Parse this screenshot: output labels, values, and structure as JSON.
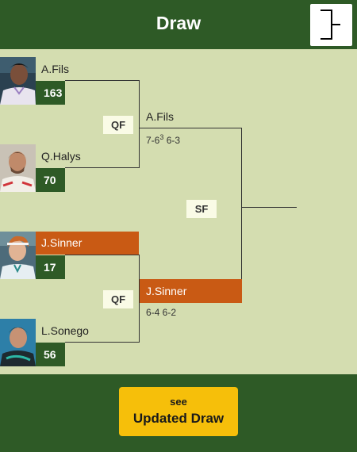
{
  "header": {
    "title": "Draw",
    "bracket_icon": "bracket-icon"
  },
  "players": [
    {
      "name": "A.Fils",
      "rank": "163",
      "highlighted": false
    },
    {
      "name": "Q.Halys",
      "rank": "70",
      "highlighted": false
    },
    {
      "name": "J.Sinner",
      "rank": "17",
      "highlighted": true
    },
    {
      "name": "L.Sonego",
      "rank": "56",
      "highlighted": false
    }
  ],
  "quarterfinals": [
    {
      "round": "QF",
      "winner": "A.Fils",
      "score_main": "7-6",
      "score_sup": "3",
      "score_rest": " 6-3",
      "highlighted": false
    },
    {
      "round": "QF",
      "winner": "J.Sinner",
      "score_main": "6-4 6-2",
      "score_sup": "",
      "score_rest": "",
      "highlighted": true
    }
  ],
  "semifinal": {
    "round": "SF"
  },
  "footer": {
    "cta_small": "see",
    "cta_big": "Updated Draw"
  },
  "colors": {
    "header": "#2e5a26",
    "field": "#d4ddb0",
    "highlight": "#c95a14",
    "cta": "#f6bf0a",
    "rank": "#2e5a26"
  }
}
